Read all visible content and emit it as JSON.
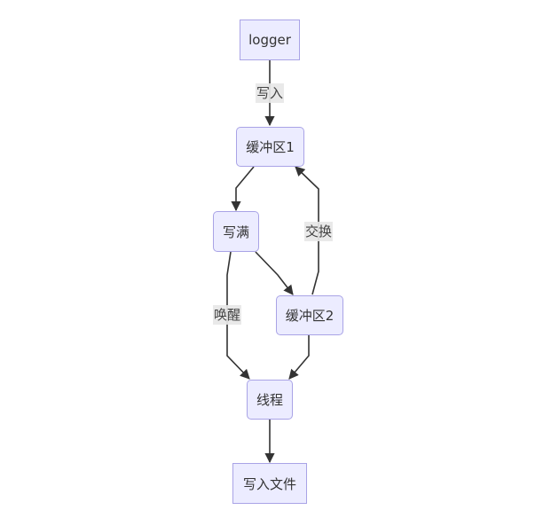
{
  "diagram": {
    "type": "flowchart",
    "colors": {
      "node_fill": "#ececff",
      "node_border": "#a9a3e6",
      "edge": "#333333",
      "text": "#333333",
      "label_bg": "#e8e8e8"
    },
    "nodes": {
      "logger": "logger",
      "buffer1": "缓冲区1",
      "full": "写满",
      "buffer2": "缓冲区2",
      "thread": "线程",
      "write_file": "写入文件"
    },
    "edges": [
      {
        "from": "logger",
        "to": "buffer1",
        "label": "写入"
      },
      {
        "from": "buffer1",
        "to": "full",
        "label": ""
      },
      {
        "from": "buffer2",
        "to": "buffer1",
        "label": "交换"
      },
      {
        "from": "full",
        "to": "buffer2",
        "label": ""
      },
      {
        "from": "full",
        "to": "thread",
        "label": "唤醒"
      },
      {
        "from": "buffer2",
        "to": "thread",
        "label": ""
      },
      {
        "from": "thread",
        "to": "write_file",
        "label": ""
      }
    ]
  }
}
